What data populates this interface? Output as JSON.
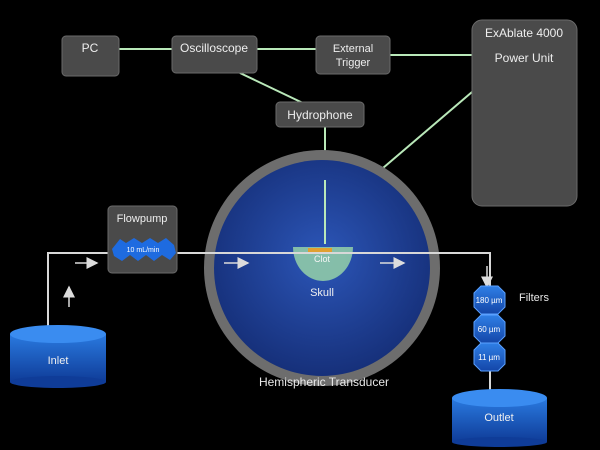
{
  "diagram": {
    "boxes": {
      "pc": "PC",
      "oscilloscope": "Oscilloscope",
      "trigger_line1": "External",
      "trigger_line2": "Trigger",
      "hydrophone": "Hydrophone",
      "exablate_line1": "ExAblate 4000",
      "exablate_line2": "Power Unit",
      "flowpump": "Flowpump"
    },
    "flow_rate": "10 mL/min",
    "clot": "Clot",
    "skull": "Skull",
    "transducer": "Hemispheric Transducer",
    "inlet": "Inlet",
    "outlet": "Outlet",
    "filters_label": "Filters",
    "filters": [
      "180 µm",
      "60 µm",
      "11 µm"
    ]
  },
  "colors": {
    "box_fill": "#4a4a4a",
    "box_stroke": "#6a6a6a",
    "connector": "#b9e8b9",
    "transducer_rim": "#6d6d6d",
    "transducer_fill": "#1f3d8f",
    "skull": "#8fcaa8",
    "clot": "#e0a030",
    "tube": "#d8d8d8",
    "vessel_blue": "#1a5cc6"
  }
}
